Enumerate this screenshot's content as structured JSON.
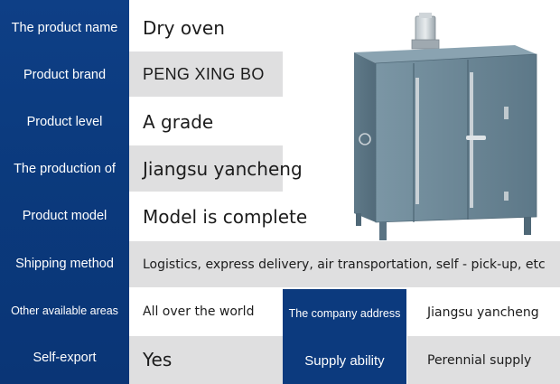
{
  "rows": [
    {
      "label": "The product name",
      "value": "Dry oven"
    },
    {
      "label": "Product brand",
      "value": "PENG XING BO"
    },
    {
      "label": "Product level",
      "value": "A grade"
    },
    {
      "label": "The production of",
      "value": "Jiangsu yancheng"
    },
    {
      "label": "Product model",
      "value": "Model is complete"
    },
    {
      "label": "Shipping method",
      "value": "Logistics, express delivery, air transportation, self - pick-up, etc"
    },
    {
      "label": "Other available areas",
      "value": "All over the world",
      "extra_label": "The company address",
      "extra_value": "Jiangsu yancheng"
    },
    {
      "label": "Self-export",
      "value": "Yes",
      "extra_label": "Supply ability",
      "extra_value": "Perennial supply"
    }
  ],
  "colors": {
    "label_bg": "#0c3a7e",
    "grey_row": "#dfdfe0",
    "oven_body": "#6f8a99"
  },
  "image": {
    "icon": "dry-oven-image"
  }
}
